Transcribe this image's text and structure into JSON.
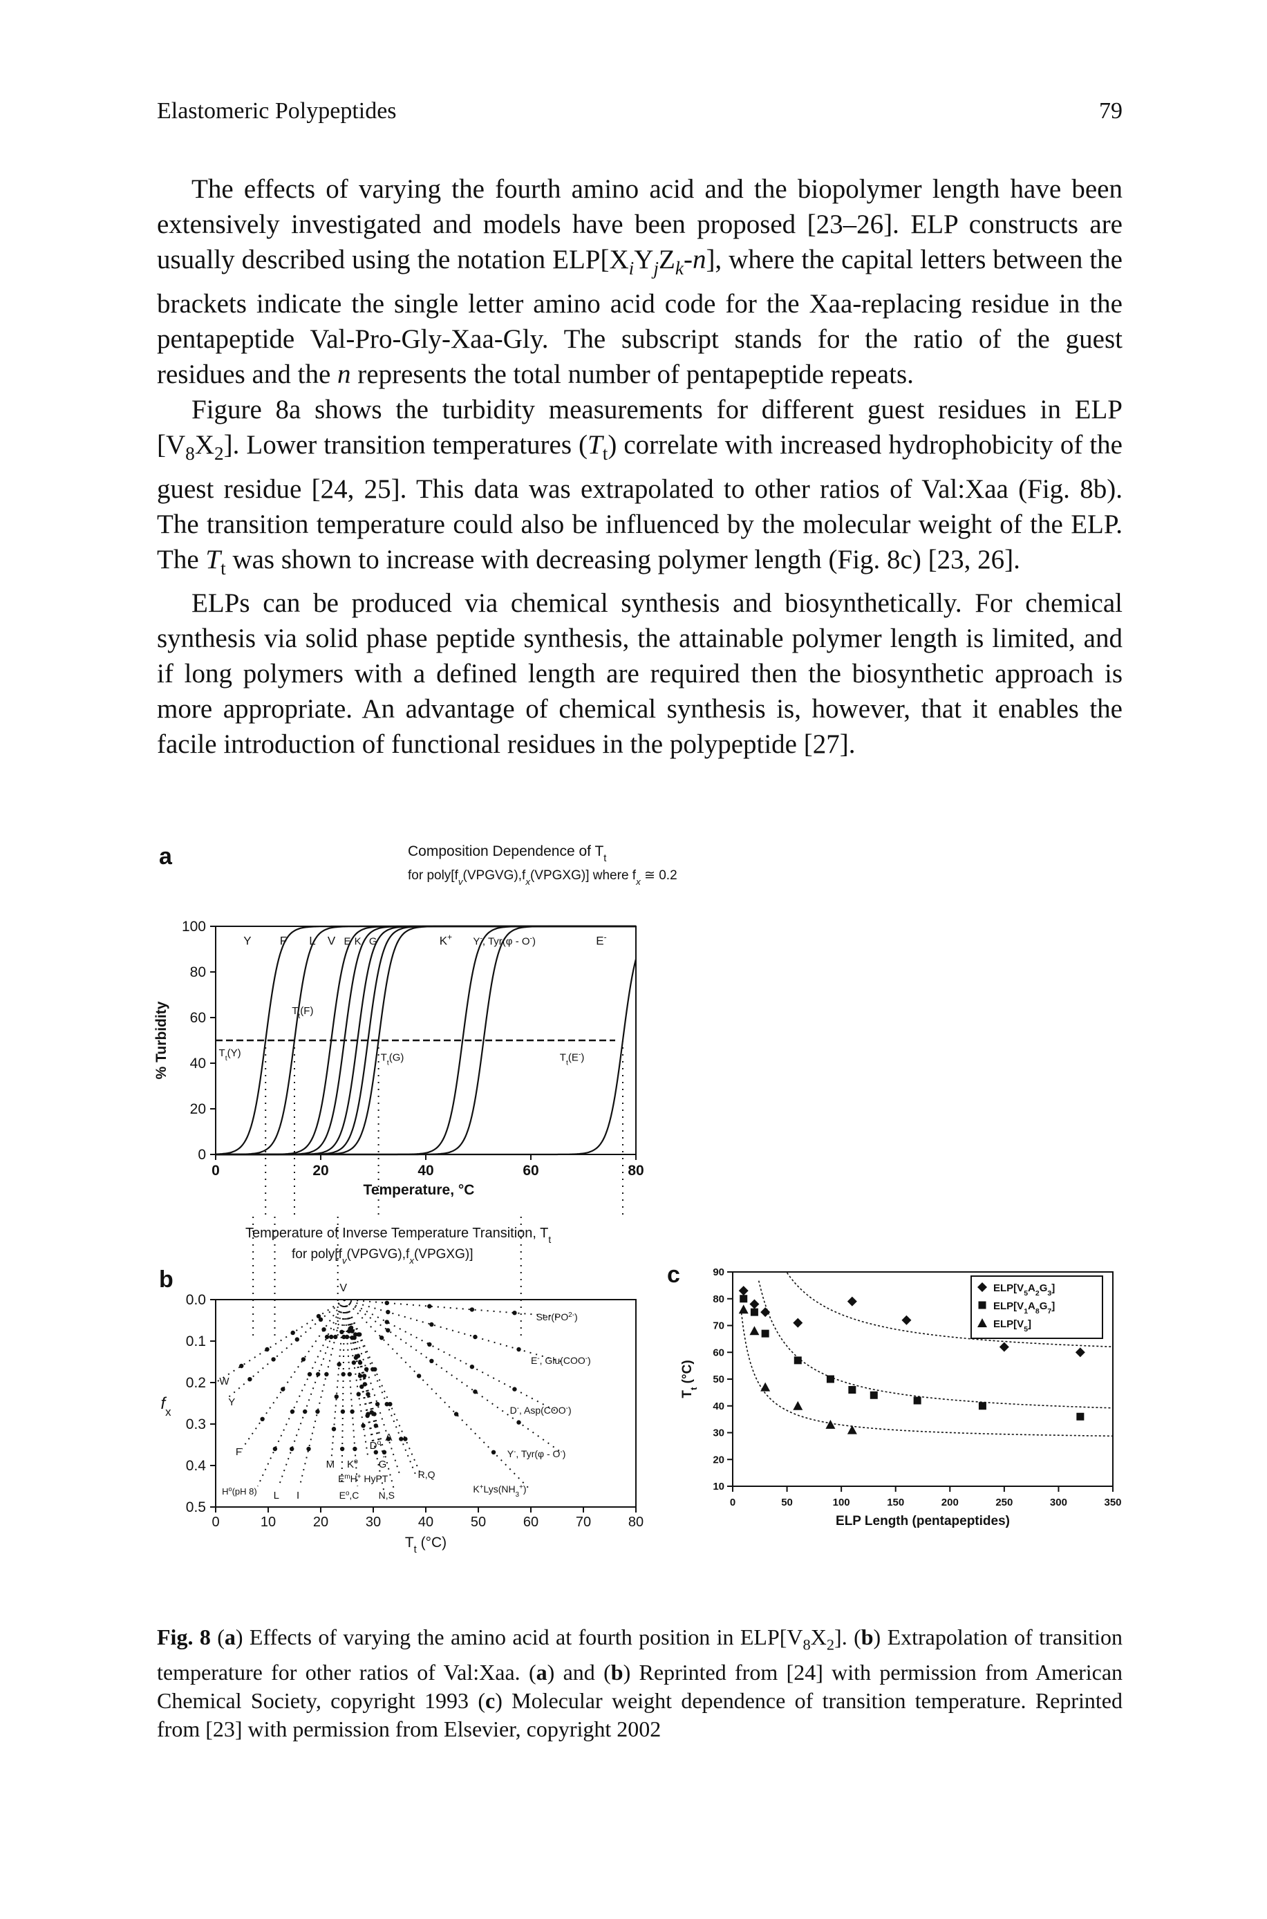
{
  "header": {
    "left": "Elastomeric Polypeptides",
    "page_number": "79"
  },
  "paragraphs": [
    {
      "segments": [
        {
          "t": "The effects of varying the fourth amino acid and the biopolymer length have been extensively investigated and models have been proposed [23–26]. ELP constructs are usually described using the notation ELP[X"
        },
        {
          "t": "i",
          "sub": true,
          "it": true
        },
        {
          "t": "Y"
        },
        {
          "t": "j",
          "sub": true,
          "it": true
        },
        {
          "t": "Z"
        },
        {
          "t": "k",
          "sub": true,
          "it": true
        },
        {
          "t": "-"
        },
        {
          "t": "n",
          "it": true
        },
        {
          "t": "], where the capital letters between the brackets indicate the single letter amino acid code for the Xaa-replacing residue in the pentapeptide Val-Pro-Gly-Xaa-Gly. The subscript stands for the ratio of the guest residues and the "
        },
        {
          "t": "n",
          "it": true
        },
        {
          "t": " represents the total number of pentapeptide repeats."
        }
      ]
    },
    {
      "segments": [
        {
          "t": "Figure 8a shows the turbidity measurements for different guest residues in ELP [V"
        },
        {
          "t": "8",
          "sub": true
        },
        {
          "t": "X"
        },
        {
          "t": "2",
          "sub": true
        },
        {
          "t": "]. Lower transition temperatures ("
        },
        {
          "t": "T",
          "it": true
        },
        {
          "t": "t",
          "sub": true
        },
        {
          "t": ") correlate with increased hydrophobicity of the guest residue [24, 25]. This data was extrapolated to other ratios of Val:Xaa (Fig. 8b). The transition temperature could also be influenced by the molecular weight of the ELP. The "
        },
        {
          "t": "T",
          "it": true
        },
        {
          "t": "t",
          "sub": true
        },
        {
          "t": " was shown to increase with decreasing polymer length (Fig. 8c) [23, 26]."
        }
      ]
    },
    {
      "segments": [
        {
          "t": "ELPs can be produced via chemical synthesis and biosynthetically. For chemical synthesis via solid phase peptide synthesis, the attainable polymer length is limited, and if long polymers with a defined length are required then the biosynthetic approach is more appropriate. An advantage of chemical synthesis is, however, that it enables the facile introduction of functional residues in the polypeptide [27]."
        }
      ]
    }
  ],
  "chart_data": [
    {
      "panel": "a",
      "type": "line",
      "title": "Composition Dependence of T",
      "title_sub": "t",
      "subtitle": "for poly[f",
      "subtitle_rest": "(VPGVG),f",
      "subtitle_rest2": "(VPGXG)] where f",
      "subtitle_rest3": " ≅ 0.2",
      "xlabel": "Temperature, °C",
      "ylabel": "% Turbidity",
      "xlim": [
        0,
        80
      ],
      "ylim": [
        0,
        100
      ],
      "xticks": [
        0,
        20,
        40,
        60,
        80
      ],
      "yticks": [
        0,
        20,
        40,
        60,
        80,
        100
      ],
      "reference_line_y": 50,
      "curves": [
        {
          "name": "Y",
          "midpoint": 9.5
        },
        {
          "name": "F",
          "midpoint": 15
        },
        {
          "name": "L",
          "midpoint": 22
        },
        {
          "name": "V",
          "midpoint": 24.5
        },
        {
          "name": "E",
          "midpoint": 27
        },
        {
          "name": "K",
          "midpoint": 29
        },
        {
          "name": "G",
          "midpoint": 31
        },
        {
          "name": "K+",
          "midpoint": 47
        },
        {
          "name": "Y-, Tyr(φ-O-)",
          "midpoint": 51
        },
        {
          "name": "E-",
          "midpoint": 77.5
        }
      ],
      "curve_labels": [
        "Y",
        "F",
        "L",
        "V",
        "E",
        "K",
        "G",
        "K",
        "+",
        "Y",
        "-",
        ", Tyr(φ - O",
        "-",
        ")",
        "E",
        "-"
      ],
      "annotations": [
        {
          "text": "T",
          "sub": "t",
          "rest": "(F)"
        },
        {
          "text": "T",
          "sub": "t",
          "rest": "(Y)"
        },
        {
          "text": "T",
          "sub": "t",
          "rest": "(G)"
        },
        {
          "text": "T",
          "sub": "t",
          "rest": "(E",
          "sup": "-",
          "end": ")"
        }
      ]
    },
    {
      "panel": "b",
      "type": "scatter",
      "title": "Temperature of Inverse Temperature Transition, T",
      "title_sub": "t",
      "subtitle": "for poly[f",
      "subtitle_rest": "(VPGVG),f",
      "subtitle_rest2": "(VPGXG)]",
      "xlabel": "T",
      "xlabel_sub": "t",
      "xlabel_rest": " (°C)",
      "ylabel": "f",
      "ylabel_sub": "x",
      "xlim": [
        0,
        80
      ],
      "ylim": [
        0.5,
        0.0
      ],
      "xticks": [
        0,
        10,
        20,
        30,
        40,
        50,
        60,
        70,
        80
      ],
      "yticks": [
        0.0,
        0.1,
        0.2,
        0.3,
        0.4,
        0.5
      ],
      "series": [
        {
          "name": "V",
          "values": [
            [
              24.5,
              0.0
            ],
            [
              24.5,
              0.0
            ]
          ]
        },
        {
          "name": "W",
          "values": [
            [
              24.5,
              0.0
            ],
            [
              0,
              0.2
            ]
          ]
        },
        {
          "name": "Y",
          "values": [
            [
              24.5,
              0.0
            ],
            [
              2,
              0.24
            ]
          ]
        },
        {
          "name": "F",
          "values": [
            [
              24.5,
              0.0
            ],
            [
              5,
              0.36
            ]
          ]
        },
        {
          "name": "H°(pH 8)",
          "values": [
            [
              24.5,
              0.0
            ],
            [
              8,
              0.45
            ]
          ]
        },
        {
          "name": "L",
          "values": [
            [
              24.5,
              0.0
            ],
            [
              12,
              0.45
            ]
          ]
        },
        {
          "name": "I",
          "values": [
            [
              24.5,
              0.0
            ],
            [
              16,
              0.45
            ]
          ]
        },
        {
          "name": "M",
          "values": [
            [
              24.5,
              0.0
            ],
            [
              22,
              0.39
            ]
          ]
        },
        {
          "name": "E°",
          "values": [
            [
              24.5,
              0.0
            ],
            [
              24,
              0.45
            ]
          ]
        },
        {
          "name": "C",
          "values": [
            [
              24.5,
              0.0
            ],
            [
              27,
              0.45
            ]
          ]
        },
        {
          "name": "K°",
          "values": [
            [
              24.5,
              0.0
            ],
            [
              29,
              0.38
            ]
          ]
        },
        {
          "name": "G",
          "values": [
            [
              24.5,
              0.0
            ],
            [
              32,
              0.38
            ]
          ]
        },
        {
          "name": "D°",
          "values": [
            [
              24.5,
              0.0
            ],
            [
              30,
              0.35
            ]
          ]
        },
        {
          "name": "A",
          "values": [
            [
              24.5,
              0.0
            ],
            [
              31,
              0.34
            ]
          ]
        },
        {
          "name": "N",
          "values": [
            [
              24.5,
              0.0
            ],
            [
              32,
              0.46
            ]
          ]
        },
        {
          "name": "S",
          "values": [
            [
              24.5,
              0.0
            ],
            [
              34,
              0.46
            ]
          ]
        },
        {
          "name": "R",
          "values": [
            [
              24.5,
              0.0
            ],
            [
              38,
              0.42
            ]
          ]
        },
        {
          "name": "Q",
          "values": [
            [
              24.5,
              0.0
            ],
            [
              39,
              0.42
            ]
          ]
        },
        {
          "name": "T",
          "values": [
            [
              24.5,
              0.0
            ],
            [
              35,
              0.42
            ]
          ]
        },
        {
          "name": "Ser(PO)",
          "values": [
            [
              24.5,
              0.0
            ],
            [
              65,
              0.04
            ]
          ]
        },
        {
          "name": "E-, Glu(COO-)",
          "values": [
            [
              24.5,
              0.0
            ],
            [
              66,
              0.15
            ]
          ]
        },
        {
          "name": "D-, Asp(COO-)",
          "values": [
            [
              24.5,
              0.0
            ],
            [
              65,
              0.27
            ]
          ]
        },
        {
          "name": "Y-, Tyr(φ-O-)",
          "values": [
            [
              24.5,
              0.0
            ],
            [
              66,
              0.37
            ]
          ]
        },
        {
          "name": "K+, Lys(NH3+)",
          "values": [
            [
              24.5,
              0.0
            ],
            [
              60,
              0.46
            ]
          ]
        }
      ],
      "point_labels": [
        "V",
        "Ser(PO",
        "2-",
        ")",
        "E",
        "-",
        ", Glu(COO",
        "-",
        ")",
        "D",
        "-",
        ", Asp(COO",
        "-",
        ")",
        "Y",
        "-",
        ", Tyr(φ - O",
        "-",
        ")",
        "K",
        "+",
        "Lys(NH",
        "3",
        "+",
        ")",
        "W",
        "Y",
        "F",
        "H",
        "o",
        "(pH 8)",
        "L",
        "I",
        "M",
        "K",
        "o",
        "G",
        "D",
        "o",
        "A",
        "E",
        "m",
        "H",
        "+",
        "HyP",
        "T",
        "R",
        "Q",
        "E",
        "o",
        "C",
        "N",
        "S"
      ]
    },
    {
      "panel": "c",
      "type": "scatter",
      "xlabel": "ELP Length (pentapeptides)",
      "ylabel": "T",
      "ylabel_sub": "t",
      "ylabel_rest": " (°C)",
      "xlim": [
        0,
        350
      ],
      "ylim": [
        10,
        90
      ],
      "xticks": [
        0,
        50,
        100,
        150,
        200,
        250,
        300,
        350
      ],
      "yticks": [
        10,
        20,
        30,
        40,
        50,
        60,
        70,
        80,
        90
      ],
      "legend": "top-right",
      "series": [
        {
          "name": "ELP[V",
          "name_parts": [
            "ELP[V",
            "5",
            "A",
            "2",
            "G",
            "3",
            "]"
          ],
          "marker": "diamond",
          "x": [
            10,
            20,
            30,
            60,
            110,
            160,
            250,
            320
          ],
          "y": [
            83,
            78,
            75,
            71,
            79,
            72,
            62,
            60
          ]
        },
        {
          "name": "ELP[V",
          "name_parts": [
            "ELP[V",
            "1",
            "A",
            "8",
            "G",
            "7",
            "]"
          ],
          "marker": "square",
          "x": [
            10,
            20,
            30,
            60,
            90,
            110,
            130,
            170,
            230,
            320
          ],
          "y": [
            80,
            75,
            67,
            57,
            50,
            46,
            44,
            42,
            40,
            36
          ]
        },
        {
          "name": "ELP[V",
          "name_parts": [
            "ELP[V",
            "5",
            "]"
          ],
          "marker": "triangle",
          "x": [
            10,
            20,
            30,
            60,
            90,
            110
          ],
          "y": [
            76,
            68,
            47,
            40,
            33,
            31
          ]
        }
      ],
      "fit_curves": [
        {
          "a": 57,
          "b": 1800
        },
        {
          "a": 35,
          "b": 1500
        },
        {
          "a": 27,
          "b": 620
        }
      ]
    }
  ],
  "panel_labels": {
    "a": "a",
    "b": "b",
    "c": "c"
  },
  "caption": {
    "label": "Fig. 8",
    "segments": [
      {
        "t": " (",
        "b": false
      },
      {
        "t": "a",
        "b": true
      },
      {
        "t": ") Effects of varying the amino acid at fourth position in ELP[V"
      },
      {
        "t": "8",
        "sub": true
      },
      {
        "t": "X"
      },
      {
        "t": "2",
        "sub": true
      },
      {
        "t": "]. ("
      },
      {
        "t": "b",
        "b": true
      },
      {
        "t": ") Extrapolation of transition temperature for other ratios of Val:Xaa. ("
      },
      {
        "t": "a",
        "b": true
      },
      {
        "t": ") and ("
      },
      {
        "t": "b",
        "b": true
      },
      {
        "t": ") Reprinted from [24] with permission from American Chemical Society, copyright 1993 ("
      },
      {
        "t": "c",
        "b": true
      },
      {
        "t": ") Molecular weight dependence of transition temperature. Reprinted from [23] with permission from Elsevier, copyright 2002"
      }
    ]
  }
}
